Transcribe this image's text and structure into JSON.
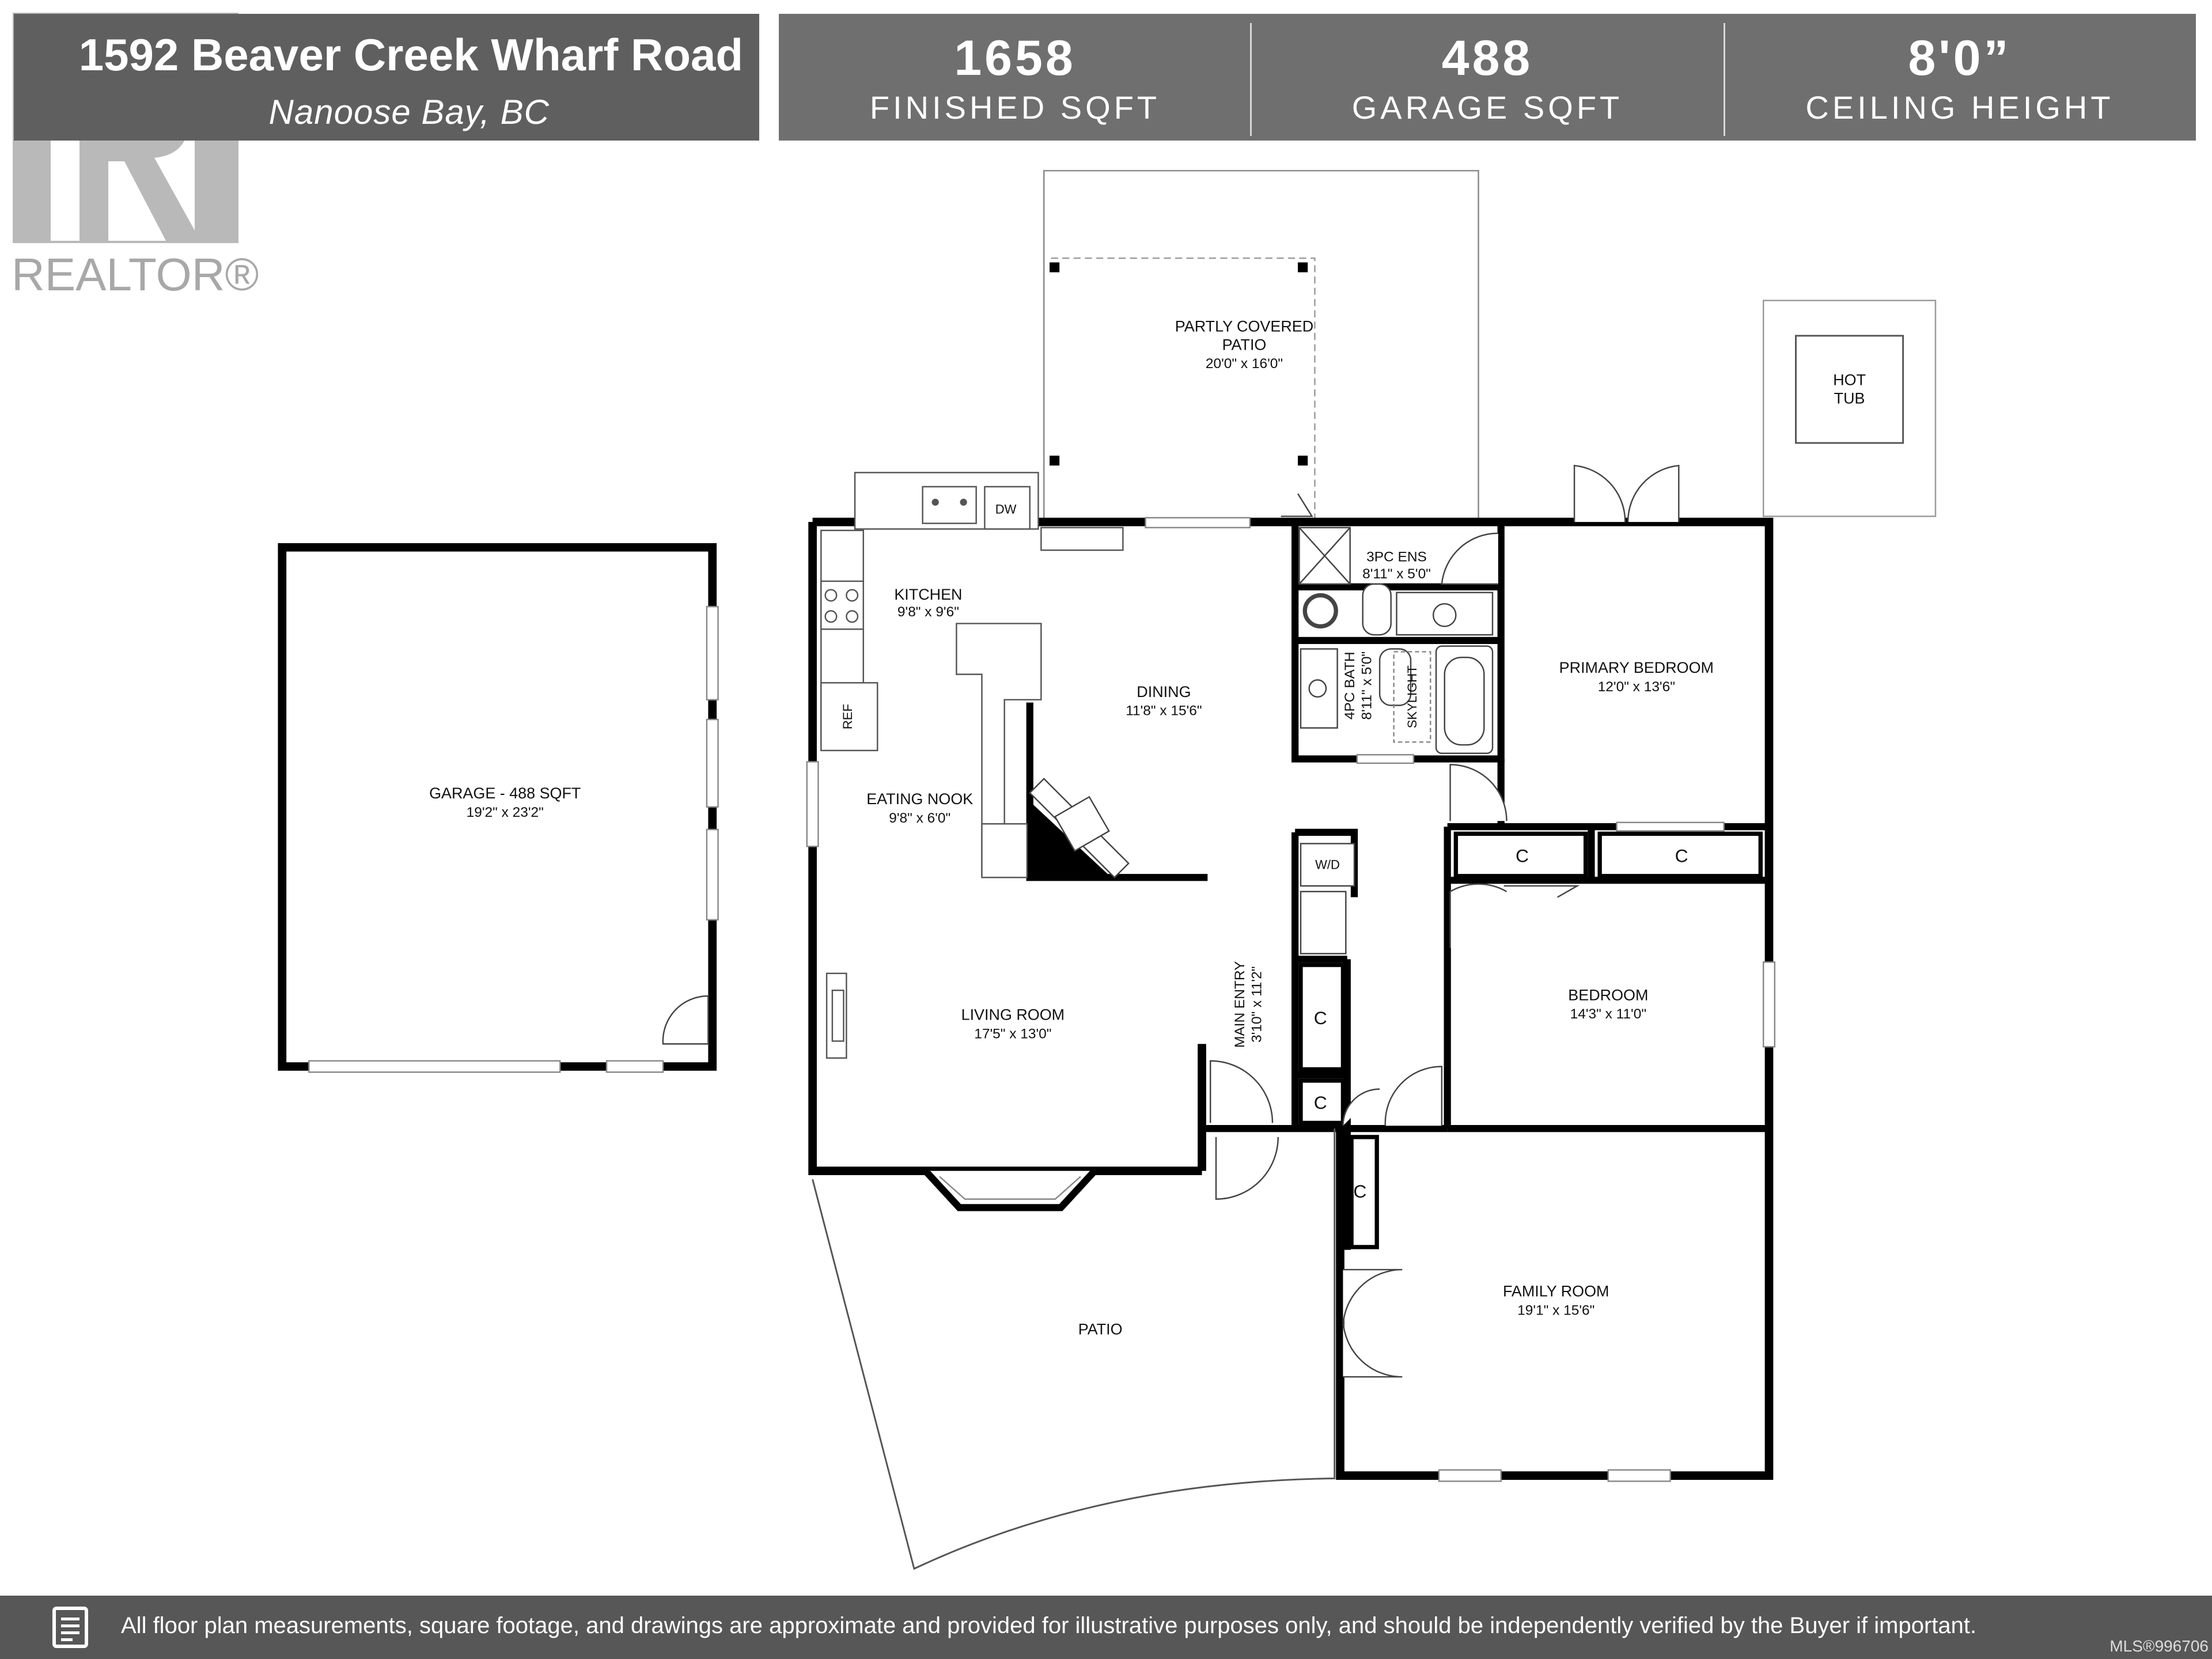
{
  "header": {
    "address_line1": "1592 Beaver Creek Wharf Road",
    "address_line2": "Nanoose Bay, BC",
    "stats": [
      {
        "value": "1658",
        "label": "FINISHED SQFT"
      },
      {
        "value": "488",
        "label": "GARAGE SQFT"
      },
      {
        "value": "8'0”",
        "label": "CEILING HEIGHT"
      }
    ]
  },
  "logo": {
    "text": "REALTOR®"
  },
  "rooms": {
    "covered_patio": {
      "name1": "PARTLY COVERED",
      "name2": "PATIO",
      "dim": "20'0\" x 16'0\""
    },
    "hot_tub": {
      "name1": "HOT",
      "name2": "TUB"
    },
    "garage": {
      "name": "GARAGE - 488 SQFT",
      "dim": "19'2\" x 23'2\""
    },
    "kitchen": {
      "name": "KITCHEN",
      "dim": "9'8\" x 9'6\""
    },
    "dining": {
      "name": "DINING",
      "dim": "11'8\" x 15'6\""
    },
    "eating_nook": {
      "name": "EATING NOOK",
      "dim": "9'8\" x 6'0\""
    },
    "living_room": {
      "name": "LIVING ROOM",
      "dim": "17'5\" x 13'0\""
    },
    "ensuite": {
      "name": "3PC ENS",
      "dim": "8'11\" x 5'0\""
    },
    "bath": {
      "name": "4PC BATH",
      "dim": "8'11\" x 5'0\""
    },
    "skylight": "SKYLIGHT",
    "primary_bedroom": {
      "name": "PRIMARY BEDROOM",
      "dim": "12'0\" x 13'6\""
    },
    "bedroom": {
      "name": "BEDROOM",
      "dim": "14'3\" x 11'0\""
    },
    "main_entry": {
      "name": "MAIN ENTRY",
      "dim": "3'10\" x 11'2\""
    },
    "family_room": {
      "name": "FAMILY ROOM",
      "dim": "19'1\" x 15'6\""
    },
    "patio": {
      "name": "PATIO"
    }
  },
  "fixtures": {
    "dw": "DW",
    "ref": "REF",
    "wd": "W/D",
    "closet": "C"
  },
  "footer": {
    "disclaimer": "All floor plan measurements, square footage, and drawings are approximate and provided for illustrative purposes only, and should be independently verified by the Buyer if important.",
    "mls": "MLS®996706"
  }
}
